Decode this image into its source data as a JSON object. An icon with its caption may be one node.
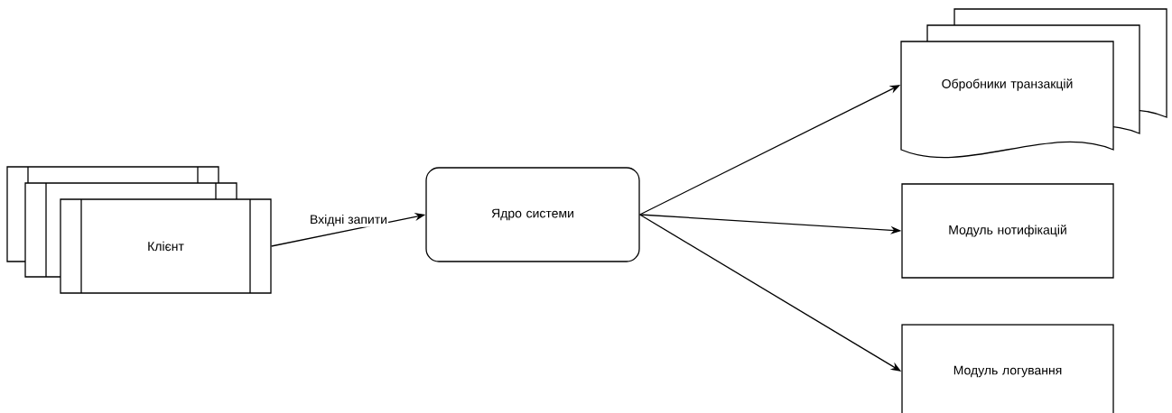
{
  "diagram": {
    "nodes": [
      {
        "text": [
          "Клієнт"
        ]
      },
      {
        "text": [
          "Ядро системи"
        ]
      },
      {
        "text": [
          "Обробники транзакцій"
        ]
      },
      {
        "text": [
          "Модуль нотифікацій"
        ]
      },
      {
        "text": [
          "Модуль логування"
        ]
      }
    ],
    "edges": [
      {
        "from": 0,
        "to": 1,
        "arrow": "to",
        "label": "Вхідні запити"
      },
      {
        "from": 1,
        "to": 2,
        "arrow": "to"
      },
      {
        "from": 1,
        "to": 3,
        "arrow": "to"
      },
      {
        "from": 1,
        "to": 4,
        "arrow": "to"
      }
    ]
  }
}
